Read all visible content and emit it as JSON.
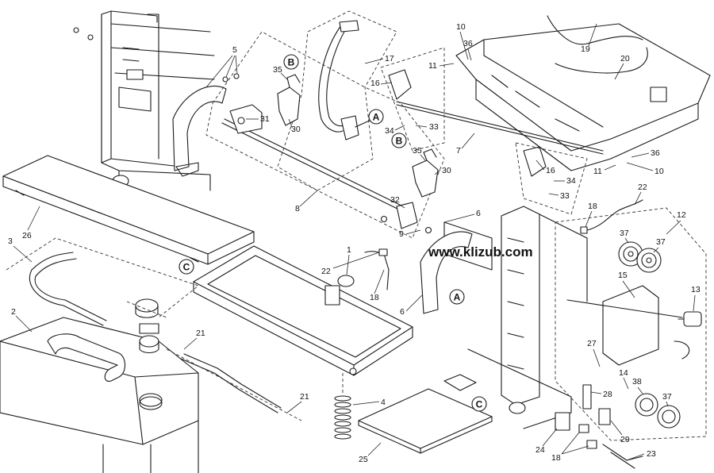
{
  "watermark": "www.klizub.com",
  "ref_letters": [
    "A",
    "B",
    "C"
  ],
  "part_numbers": [
    "1",
    "2",
    "3",
    "4",
    "5",
    "6",
    "7",
    "8",
    "9",
    "10",
    "11",
    "12",
    "13",
    "14",
    "15",
    "16",
    "17",
    "18",
    "19",
    "20",
    "21",
    "22",
    "23",
    "24",
    "25",
    "26",
    "27",
    "28",
    "29",
    "30",
    "31",
    "32",
    "33",
    "34",
    "35",
    "36",
    "37",
    "38"
  ]
}
